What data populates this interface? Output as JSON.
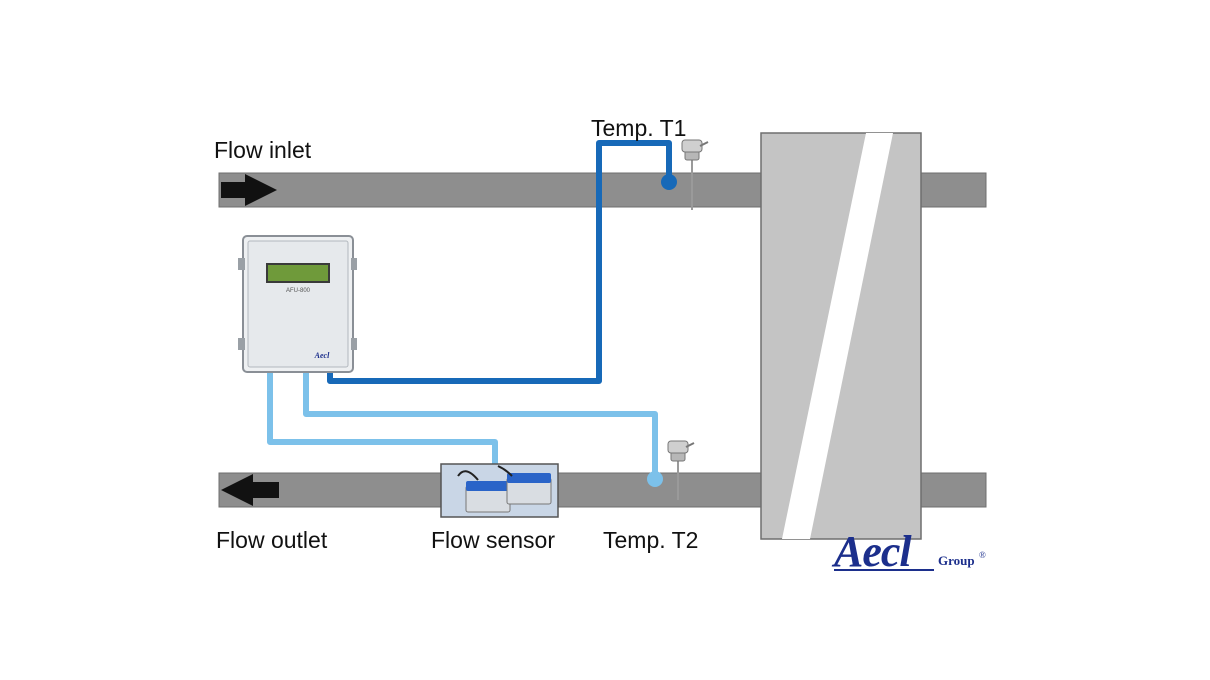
{
  "labels": {
    "flow_inlet": "Flow inlet",
    "flow_outlet": "Flow outlet",
    "temp_t1": "Temp. T1",
    "temp_t2": "Temp. T2",
    "flow_sensor": "Flow sensor"
  },
  "meter": {
    "model": "AFU-800",
    "brand": "Aecl"
  },
  "logo": {
    "word": "Aecl",
    "group": "Group",
    "registered": "®"
  },
  "colors": {
    "pipe": "#8e8e8e",
    "heat_exchanger": "#c4c4c4",
    "dark_cable": "#1769b8",
    "light_cable": "#7cc1ea",
    "sensor_blue": "#2a64c8",
    "logo_blue": "#1c2f8c",
    "arrow": "#111111"
  }
}
